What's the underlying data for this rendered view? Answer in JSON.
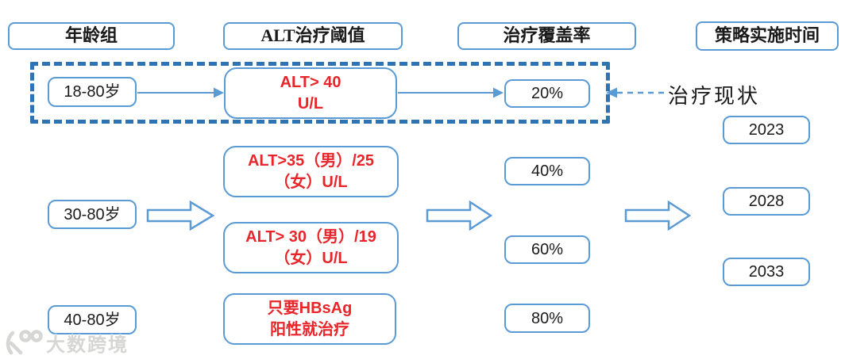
{
  "headers": [
    {
      "label": "年龄组"
    },
    {
      "label": "ALT治疗阈值"
    },
    {
      "label": "治疗覆盖率"
    },
    {
      "label": "策略实施时间"
    }
  ],
  "current_status": {
    "age_group": "18-80岁",
    "threshold_line1": "ALT> 40",
    "threshold_line2": "U/L",
    "coverage": "20%",
    "callout_label": "治疗现状"
  },
  "age_groups": [
    "30-80岁",
    "40-80岁"
  ],
  "thresholds": [
    {
      "line1": "ALT>35（男）/25",
      "line2": "（女）U/L"
    },
    {
      "line1": "ALT> 30（男）/19",
      "line2": "（女）U/L"
    },
    {
      "line1": "只要HBsAg",
      "line2": "阳性就治疗"
    }
  ],
  "coverages": [
    "40%",
    "60%",
    "80%"
  ],
  "years": [
    "2023",
    "2028",
    "2033"
  ],
  "watermark": "大数跨境",
  "colors": {
    "box_border": "#5B9BD5",
    "dashed_border": "#2E74B5",
    "red_text": "#E8252A",
    "black_text": "#1a1a1a"
  }
}
